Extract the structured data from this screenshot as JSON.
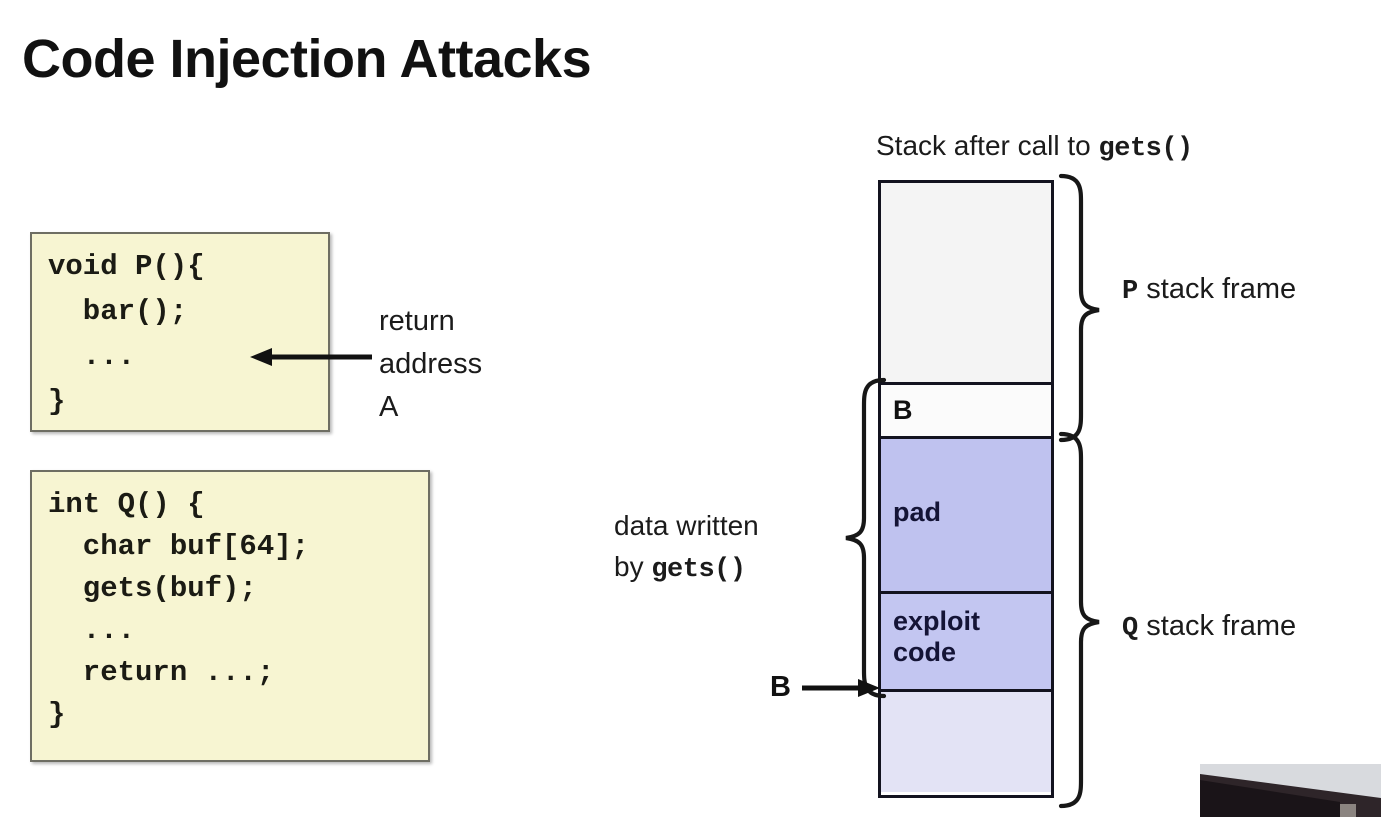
{
  "slide": {
    "title": "Code Injection Attacks"
  },
  "code_boxes": [
    {
      "id": "P",
      "name": "function-p-code",
      "lines": [
        "void P(){",
        "  bar();",
        "  ...",
        "}"
      ]
    },
    {
      "id": "Q",
      "name": "function-q-code",
      "lines": [
        "int Q() {",
        "  char buf[64];",
        "  gets(buf);",
        "  ...",
        "  return ...;",
        "}"
      ]
    }
  ],
  "annotations": {
    "return_address": {
      "line1": "return",
      "line2": "address",
      "line3": "A"
    },
    "data_written": {
      "line1": "data written",
      "line2_prefix": "by ",
      "line2_mono": "gets()"
    },
    "b_pointer": "B"
  },
  "stack": {
    "caption_prefix": "Stack after call to ",
    "caption_mono": "gets()",
    "segments": [
      {
        "name": "p-frame-empty",
        "label": "",
        "color": "#f4f4f4"
      },
      {
        "name": "saved-return-b",
        "label": "B",
        "color": "#fbfbfb"
      },
      {
        "name": "pad",
        "label": "pad",
        "color": "#bfc2ef"
      },
      {
        "name": "exploit-code",
        "label": "exploit\ncode",
        "color": "#c3c6f1"
      },
      {
        "name": "q-frame-empty",
        "label": "",
        "color": "#e3e3f5"
      }
    ],
    "frames": [
      {
        "mono": "P",
        "text": " stack frame"
      },
      {
        "mono": "Q",
        "text": " stack frame"
      }
    ]
  },
  "colors": {
    "code_box_bg": "#f7f5d2",
    "code_box_border": "#6e6e63",
    "stack_border": "#13131f",
    "pad_fill": "#bfc2ef",
    "exploit_fill": "#c3c6f1",
    "empty_top_fill": "#f4f4f4",
    "empty_bottom_fill": "#e3e3f5",
    "text": "#1b1b1b"
  }
}
